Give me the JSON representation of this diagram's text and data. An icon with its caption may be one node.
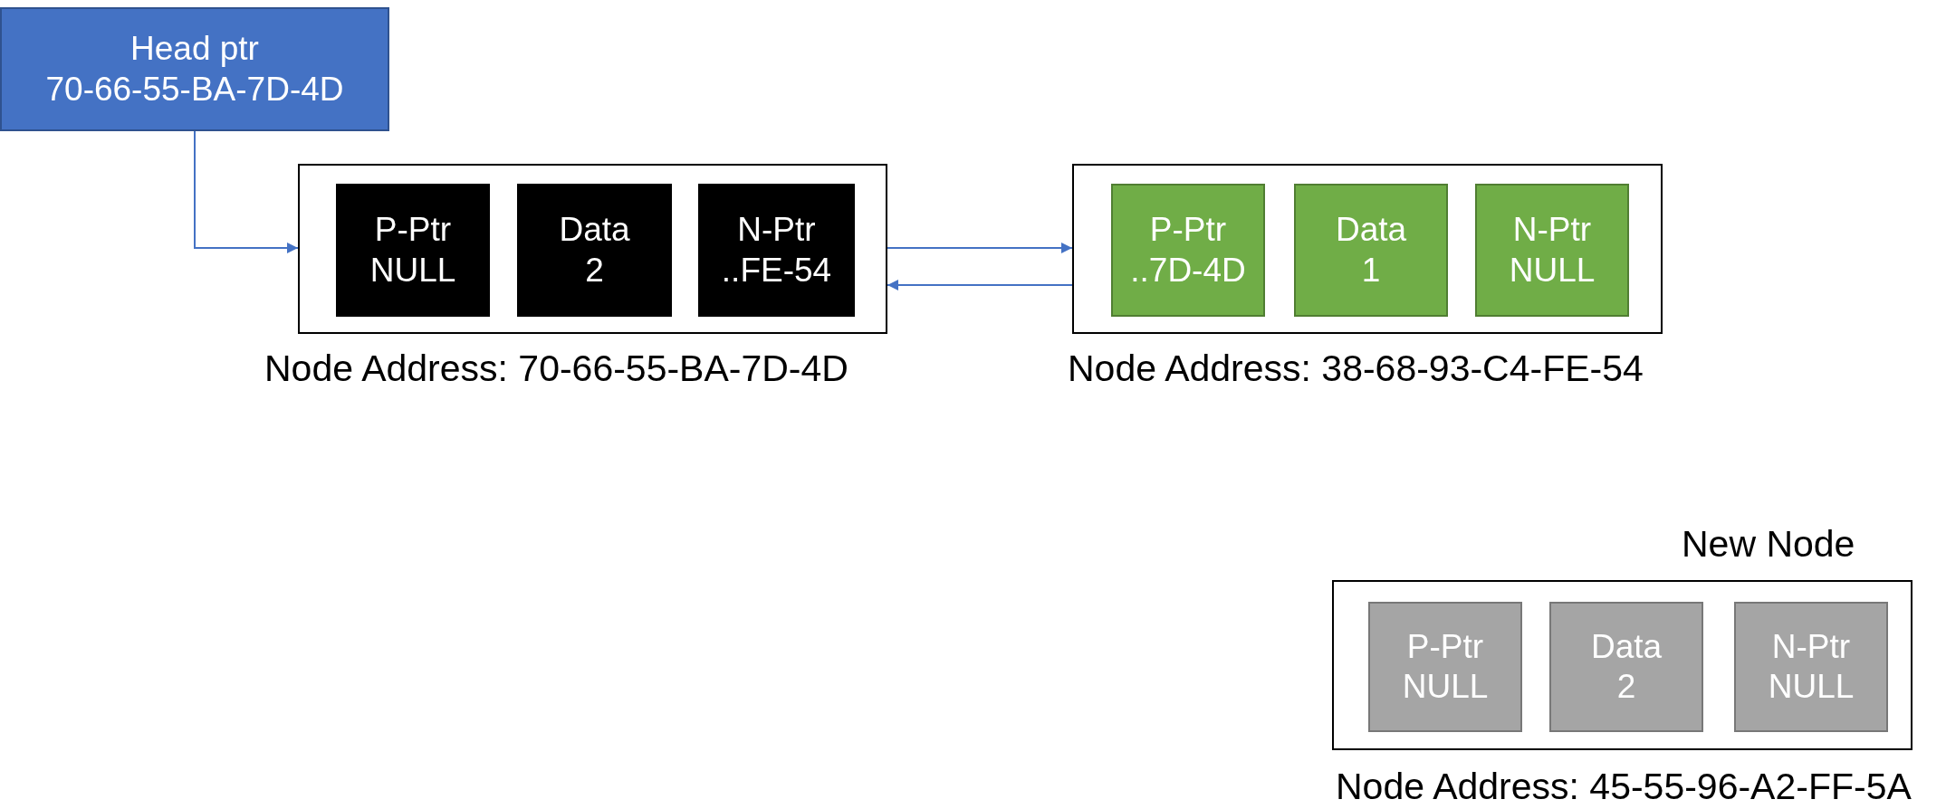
{
  "diagram": {
    "nodes": [
      {
        "text": [
          "Head ptr",
          "70-66-55-BA-7D-4D"
        ]
      },
      {
        "text": [],
        "shape": "box",
        "beside": [
          "Node Address: 70-66-55-BA-7D-4D"
        ]
      },
      {
        "text": [
          "P-Ptr",
          "NULL"
        ],
        "in": 1
      },
      {
        "text": [
          "Data",
          "2"
        ],
        "in": 1
      },
      {
        "text": [
          "N-Ptr",
          "..FE-54"
        ],
        "in": 1
      },
      {
        "text": [],
        "shape": "box",
        "beside": [
          "Node Address: 38-68-93-C4-FE-54"
        ]
      },
      {
        "text": [
          "P-Ptr",
          "..7D-4D"
        ],
        "in": 5
      },
      {
        "text": [
          "Data",
          "1"
        ],
        "in": 5
      },
      {
        "text": [
          "N-Ptr",
          "NULL"
        ],
        "in": 5
      },
      {
        "text": [],
        "shape": "box",
        "beside": [
          "New Node",
          "Node Address: 45-55-96-A2-FF-5A"
        ]
      },
      {
        "text": [
          "P-Ptr",
          "NULL"
        ],
        "in": 9
      },
      {
        "text": [
          "Data",
          "2"
        ],
        "in": 9
      },
      {
        "text": [
          "N-Ptr",
          "NULL"
        ],
        "in": 9
      }
    ],
    "edges": [
      {
        "from": 0,
        "to": 1,
        "arrow": "to"
      },
      {
        "from": 1,
        "to": 5,
        "arrow": "to"
      },
      {
        "from": 5,
        "to": 1,
        "arrow": "to"
      }
    ]
  }
}
